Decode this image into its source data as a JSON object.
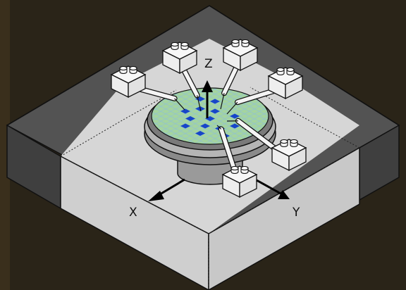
{
  "axes": {
    "x_label": "X",
    "y_label": "Y",
    "z_label": "Z"
  },
  "colors": {
    "background": "#2a2418",
    "stage_dark": "#555555",
    "stage_light": "#cfcfcf",
    "stage_top": "#dadada",
    "chuck": "#999999",
    "wafer": "#a4d4a0",
    "die_grid": "#7fb0ff",
    "highlighted_die": "#1746c7",
    "probe_body": "#f4f4f4",
    "outline": "#111111"
  },
  "probes": [
    {
      "id": "probe-top-left"
    },
    {
      "id": "probe-top"
    },
    {
      "id": "probe-top-right"
    },
    {
      "id": "probe-right"
    },
    {
      "id": "probe-lower-right"
    },
    {
      "id": "probe-bottom"
    }
  ],
  "highlighted_die_count": 14
}
